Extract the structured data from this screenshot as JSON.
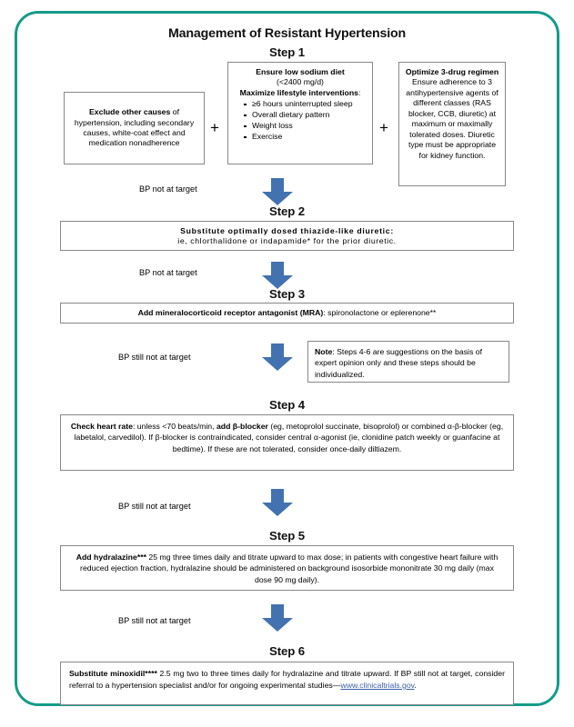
{
  "figure": {
    "title": "Management of Resistant Hypertension",
    "frame_color": "#159b8a",
    "arrow_color": "#4272b0",
    "link_color": "#3a5fa8"
  },
  "steps": [
    {
      "label": "Step 1",
      "boxes": {
        "exclude": {
          "bold_lead": "Exclude other causes",
          "rest": " of hypertension, including secondary causes, white-coat effect and medication nonadherence"
        },
        "lifestyle": {
          "head_line1": "Ensure low sodium diet",
          "head_line2": "(<2400 mg/d)",
          "head_line3_bold": "Maximize lifestyle interventions",
          "head_line3_tail": ":",
          "bullets": [
            "≥6 hours uninterrupted sleep",
            "Overall dietary pattern",
            "Weight loss",
            "Exercise"
          ]
        },
        "optimize": {
          "head": "Optimize 3-drug regimen",
          "body": "Ensure adherence to 3 antihypertensive agents of different classes (RAS blocker, CCB, diuretic) at maximum or maximally tolerated doses. Diuretic type must be appropriate for kidney function."
        }
      },
      "plus_1": "+",
      "plus_2": "+"
    },
    {
      "label": "Step 2",
      "line1_bold": "Substitute optimally dosed thiazide-like diuretic:",
      "line2": "ie, chlorthalidone or indapamide* for the prior diuretic."
    },
    {
      "label": "Step 3",
      "bold_lead": "Add mineralocorticoid receptor antagonist (MRA)",
      "rest": ": spironolactone or eplerenone**"
    },
    {
      "label": "Step 4",
      "bold_lead": "Check heart rate",
      "seg1": ": unless <70 beats/min, ",
      "bold_mid": "add β-blocker",
      "rest": " (eg, metoprolol succinate, bisoprolol) or combined α-β-blocker (eg, labetalol, carvedilol). If β-blocker is contraindicated, consider central α-agonist (ie, clonidine patch weekly or guanfacine at bedtime). If these are not tolerated, consider once-daily diltiazem."
    },
    {
      "label": "Step 5",
      "bold_lead": "Add hydralazine***",
      "rest": " 25 mg three times daily and titrate upward to max dose; in patients with congestive heart failure with reduced ejection fraction, hydralazine should be administered on background isosorbide mononitrate 30 mg daily (max dose 90 mg daily)."
    },
    {
      "label": "Step 6",
      "bold_lead": "Substitute minoxidil****",
      "rest": " 2.5 mg two to three times daily for hydralazine and titrate upward. If BP still not at target, consider referral to a hypertension specialist and/or for ongoing experimental studies—",
      "link_text": "www.clinicaltrials.gov",
      "rest_after_link": "."
    }
  ],
  "note_box": {
    "bold_lead": "Note",
    "rest": ": Steps 4-6 are suggestions on the basis of expert opinion only and these steps should be individualized."
  },
  "transitions": [
    {
      "label": "BP not at target"
    },
    {
      "label": "BP not at target"
    },
    {
      "label": "BP still not at target"
    },
    {
      "label": "BP still not at target"
    },
    {
      "label": "BP still not at target"
    }
  ]
}
